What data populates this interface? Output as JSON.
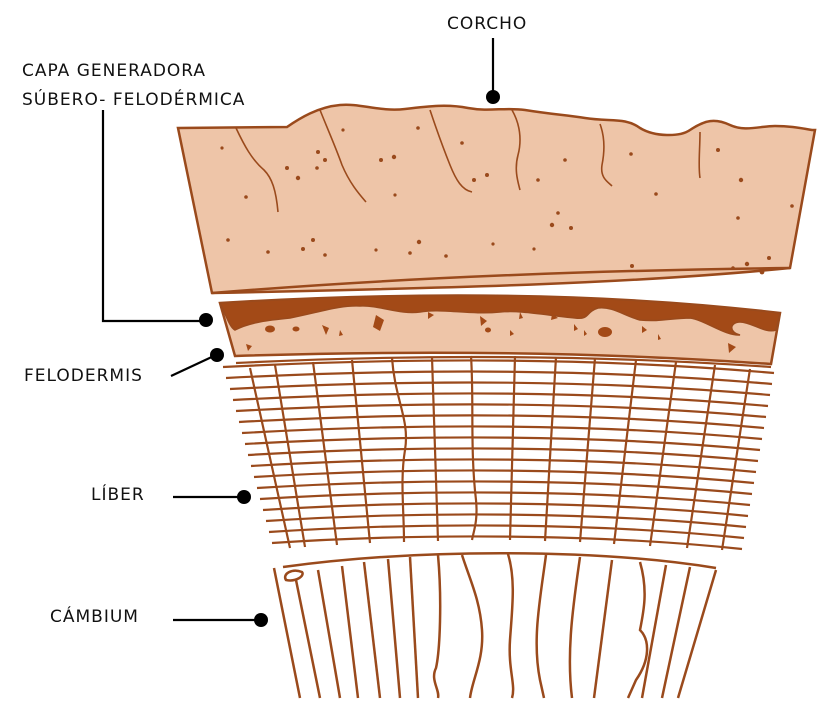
{
  "labels": {
    "corcho": "CORCHO",
    "capa_line1": "CAPA GENERADORA",
    "capa_line2": "SÚBERO- FELODÉRMICA",
    "felodermis": "FELODERMIS",
    "liber": "LÍBER",
    "cambium": "CÁMBIUM"
  },
  "colors": {
    "cork_fill": "#eec5a8",
    "stroke": "#9a4a1c",
    "dark_layer": "#a34a17",
    "leader": "#000000",
    "background": "#ffffff"
  }
}
